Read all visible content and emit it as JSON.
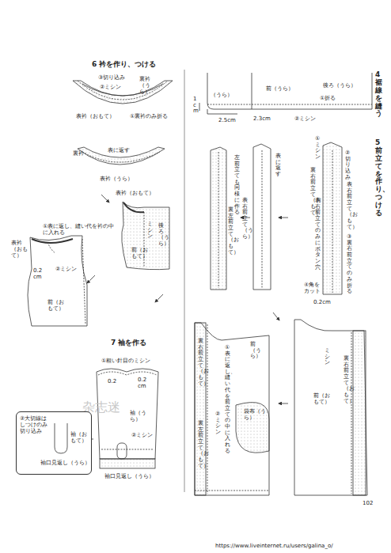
{
  "diagram": {
    "nodes": [
      {
        "text": [
          "袖（おもて）",
          "袖口見返し（うら）",
          "②大切線はしつけのみ切り込み"
        ]
      }
    ],
    "labels": [
      "6 衿を作り、つける",
      "③切り込み",
      "②ミシン",
      "裏衿（うら）",
      "表衿（おもて）",
      "①裏衿のみ折る",
      "裏衿",
      "表に返す",
      "表衿（うら）",
      "表衿（おもて）",
      "ミシン",
      "後ろ（うら）",
      "前（おもて）",
      "①表に返し、縫い代を衿の中に入れる",
      "表衿（おもて）",
      "0.2 cm",
      "②ミシン",
      "前（おもて）",
      "7 袖を作る",
      "①粗い針目のミシン",
      "0.2 cm",
      "0.2",
      "袖（うら）",
      "②ミシン",
      "袖口見返し（うら）",
      "4 裾線を縫う",
      "前（うら）",
      "後ろ（うら）",
      "①折る",
      "（うら）",
      "1 cm",
      "2.5cm",
      "2.3cm",
      "②ミシン",
      "5 前立てを作り、つける",
      "①ミシン",
      "②切り込み",
      "裏右前立て（おもて）",
      "表右前立て（おもて）",
      "表右前立てのみにボタン穴",
      "③裏右前立てのみ折る",
      "④角をカット",
      "0.2cm",
      "表に返す",
      "表右前立て（うら）",
      "左前立ても同様に作る",
      "裏左前立て（おもて）",
      "①表に返し、縫い代を前立ての中に入れる",
      "前（うら）",
      "②ミシン",
      "袋布（うら）",
      "裏右前立て（おもて）",
      "裏左前立て（おもて）",
      "ミシン",
      "前（おもて）",
      "裏右前立て（おもて）",
      "102",
      "https://www.liveinternet.ru/users/galina_o/",
      "杂志迷"
    ]
  }
}
